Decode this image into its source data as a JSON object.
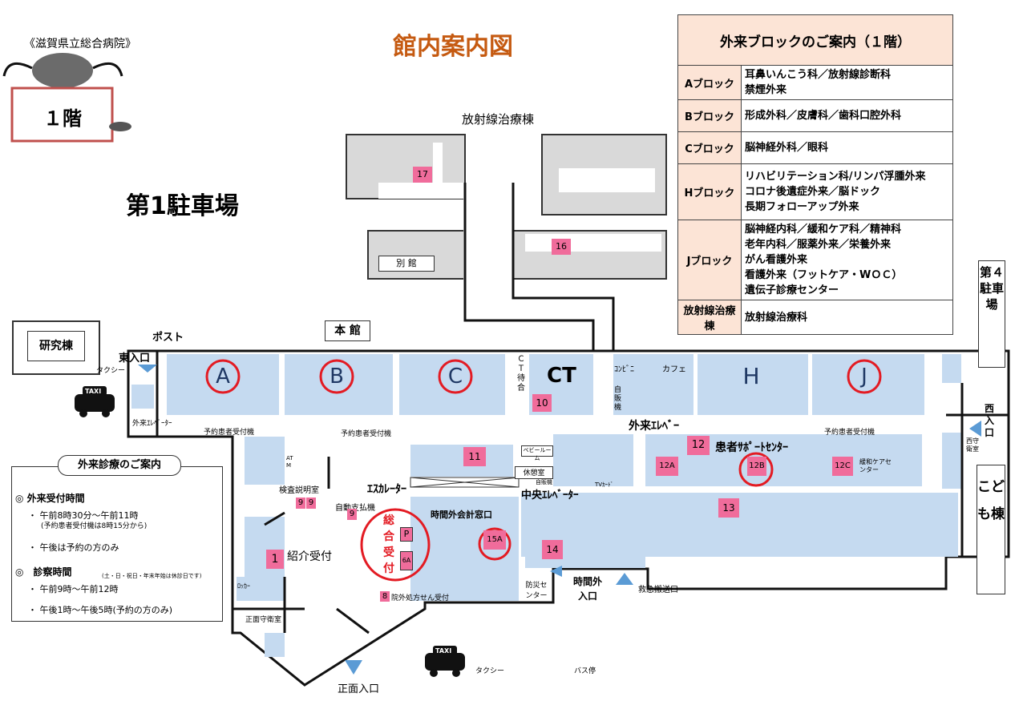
{
  "header": {
    "hospital": "《滋賀県立総合病院》",
    "floor": "１階",
    "title": "館内案内図"
  },
  "legend": {
    "title": "外来ブロックのご案内（１階）",
    "rows": [
      {
        "block": "Aブロック",
        "depts": [
          "耳鼻いんこう科／放射線診断科",
          "禁煙外来"
        ]
      },
      {
        "block": "Bブロック",
        "depts": [
          "形成外科／皮膚科／歯科口腔外科"
        ]
      },
      {
        "block": "Cブロック",
        "depts": [
          "脳神経外科／眼科"
        ]
      },
      {
        "block": "Hブロック",
        "depts": [
          "リハビリテーション科/リンパ浮腫外来",
          "コロナ後遺症外来／脳ドック",
          "長期フォローアップ外来"
        ]
      },
      {
        "block": "Jブロック",
        "depts": [
          "脳神経内科／緩和ケア科／精神科",
          "老年内科／服薬外来／栄養外来",
          "がん看護外来",
          "看護外来（フットケア・WＯＣ）",
          "遺伝子診療センター"
        ]
      },
      {
        "block": "放射線治療棟",
        "depts": [
          "放射線治療科"
        ]
      }
    ]
  },
  "info": {
    "title": "外来診療のご案内",
    "reception_heading": "外来受付時間",
    "reception_1": "午前8時30分～午前11時",
    "reception_1_note": "(予約患者受付機は8時15分から)",
    "reception_2": "午後は予約の方のみ",
    "exam_heading": "診察時間",
    "exam_note": "(土・日・祝日・年末年始は休診日です)",
    "exam_1": "午前9時～午前12時",
    "exam_2": "午後1時～午後5時(予約の方のみ)"
  },
  "labels": {
    "parking1": "第1駐車場",
    "radiation_building": "放射線治療棟",
    "annex": "別 館",
    "main_building": "本 館",
    "research": "研究棟",
    "post": "ポスト",
    "east_entrance": "東入口",
    "taxi": "タクシー",
    "taxi_sign": "TAXI",
    "outpatient_elev_left": "外来ｴﾚﾍﾞｰﾀｰ",
    "reservation_machine_1": "予約患者受付機",
    "reservation_machine_2": "予約患者受付機",
    "reservation_machine_3": "予約患者受付機",
    "ct_wait": "ＣＴ待合",
    "ct": "CT",
    "convenience": "ｺﾝﾋﾞﾆ",
    "cafe": "カフェ",
    "vending": "自販機",
    "outpatient_elev_center": "外来ｴﾚﾍﾞｰ",
    "patient_support": "患者ｻﾎﾟｰﾄｾﾝﾀｰ",
    "palliative": "緩和ケアセンター",
    "west_guard": "西守衛室",
    "west_entrance": "西入口",
    "parking4": "第４駐車場",
    "children_building": "こども棟",
    "baby_room": "ベビールーム",
    "rest_room": "休憩室",
    "vending2": "自販機",
    "escalator": "ｴｽｶﾚｰﾀｰ",
    "central_elev": "中央ｴﾚﾍﾞｰﾀｰ",
    "tv_card": "TVｶｰﾄﾞ",
    "exam_explain": "検査説明室",
    "auto_pay": "自動支払機",
    "after_hours_pay": "時間外会計窓口",
    "general_reception": "総合受付",
    "referral": "紹介受付",
    "locker": "ﾛｯｶｰ",
    "front_guard": "正面守衛室",
    "outside_rx": "院外処方せん受付",
    "disaster_center": "防災センター",
    "after_hours_entrance": "時間外入口",
    "emergency": "救急搬送口",
    "front_entrance": "正面入口",
    "bus_stop": "バス停",
    "atm": "ATM"
  },
  "blocks": [
    "A",
    "B",
    "C",
    "H",
    "J"
  ],
  "rooms": [
    "1",
    "8",
    "9",
    "9",
    "9",
    "10",
    "11",
    "12",
    "12A",
    "12B",
    "12C",
    "13",
    "14",
    "15A",
    "16",
    "17",
    "P",
    "6A"
  ],
  "colors": {
    "room_blue": "#c5daf0",
    "building_gray": "#d9d9d9",
    "room_pink": "#f06c9b",
    "block_ring": "#e31b23",
    "title_orange": "#c55a11",
    "legend_bg": "#fce4d6",
    "entrance_arrow": "#5b9bd5"
  }
}
